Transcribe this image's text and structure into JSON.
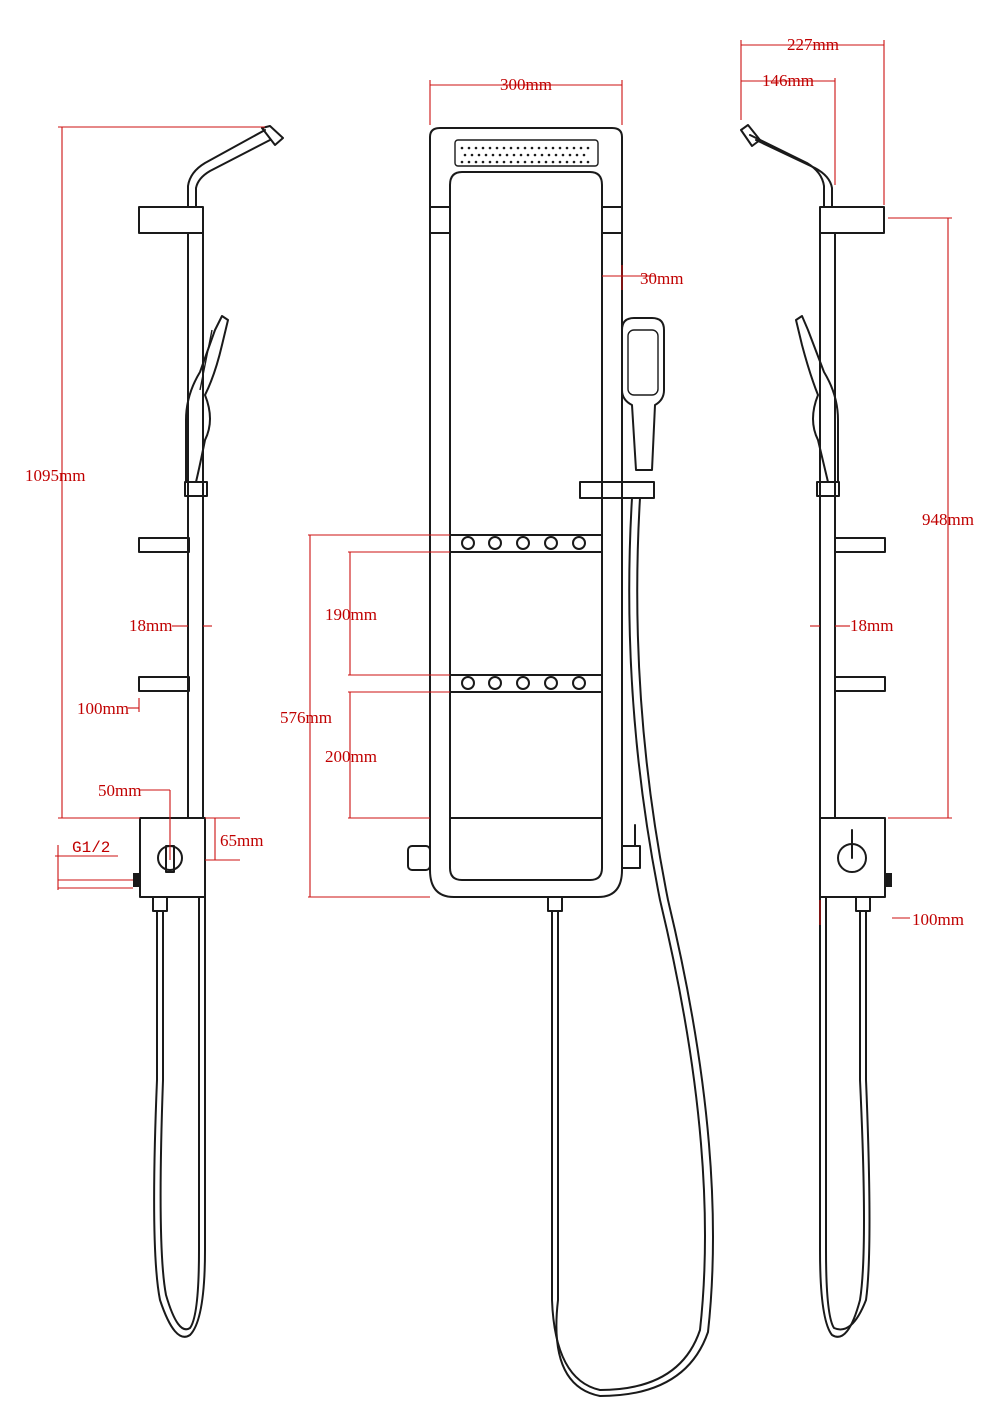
{
  "colors": {
    "outline": "#1a1a1a",
    "dimension": "#cc1111",
    "background": "#ffffff"
  },
  "dimensions": {
    "overall_height": "1095mm",
    "panel_width": "300mm",
    "panel_frame_width": "30mm",
    "arm_projection_total": "227mm",
    "arm_projection_head": "146mm",
    "bracket_to_base_height": "948mm",
    "jet_row_spacing": "190mm",
    "lower_jet_to_base": "200mm",
    "jet_zone_height": "576mm",
    "side_rail_depth_left": "18mm",
    "side_rail_depth_right": "18mm",
    "shelf_depth": "100mm",
    "valve_offset": "50mm",
    "valve_height": "65mm",
    "inlet_thread": "G1/2",
    "outlet_offset": "100mm"
  }
}
